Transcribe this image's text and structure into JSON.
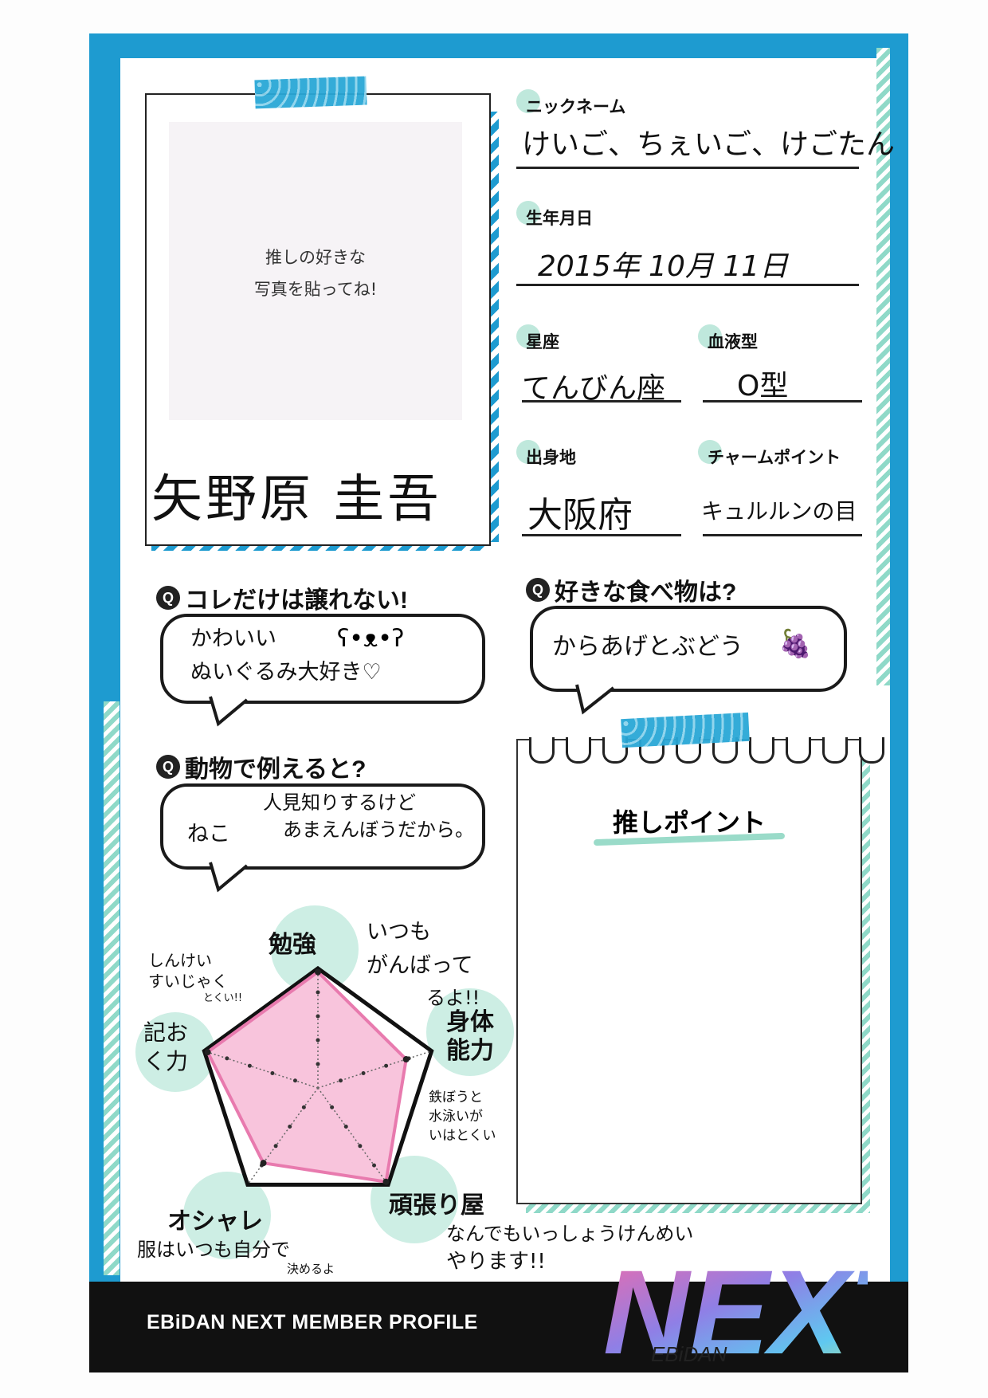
{
  "photo": {
    "hint_line1": "推しの好きな",
    "hint_line2": "写真を貼ってね!",
    "name": "矢野原 圭吾"
  },
  "fields": {
    "nickname": {
      "label": "ニックネーム",
      "value": "けいご、ちぇいご、けごたん"
    },
    "birthday": {
      "label": "生年月日",
      "value": "2015年 10月 11日"
    },
    "zodiac": {
      "label": "星座",
      "value": "てんびん座"
    },
    "blood_type": {
      "label": "血液型",
      "value": "O型"
    },
    "hometown": {
      "label": "出身地",
      "value": "大阪府"
    },
    "charm_point": {
      "label": "チャームポイント",
      "value": "キュルルンの目"
    }
  },
  "questions": {
    "q_mark": "Q",
    "cant_give_up": {
      "title": "コレだけは譲れない!",
      "answer_line1": "かわいい",
      "answer_line2": "ぬいぐるみ大好き♡"
    },
    "animal": {
      "title": "動物で例えると?",
      "answer": "ねこ",
      "reason_line1": "人見知りするけど",
      "reason_line2": "あまえんぼうだから。"
    },
    "favorite_food": {
      "title": "好きな食べ物は?",
      "answer": "からあげとぶどう"
    }
  },
  "memo": {
    "title": "推しポイント"
  },
  "chart_data": {
    "type": "radar",
    "axes": [
      "勉強",
      "身体能力",
      "頑張り屋",
      "オシャレ",
      "記おく力"
    ],
    "values": [
      5,
      4,
      5,
      4,
      5
    ],
    "range": [
      0,
      5
    ],
    "comments": {
      "study": [
        "いつも",
        "がんばって",
        "るよ!!"
      ],
      "physical": [
        "鉄ぼうと",
        "水泳いが",
        "いはとくい"
      ],
      "effort": [
        "なんでもいっしょうけんめい",
        "やります!!"
      ],
      "fashion": [
        "服はいつも自分で",
        "決めるよ"
      ],
      "memory": [
        "しんけい",
        "すいじゃく",
        "とくい!!"
      ]
    }
  },
  "footer": {
    "title": "EBiDAN NEXT MEMBER PROFILE",
    "logo_text": "NEXT",
    "logo_sub": "EBiDAN"
  },
  "colors": {
    "frame": "#1e9bd0",
    "mint": "#8fd9c8",
    "pink": "#f6b5d3",
    "footer": "#111111"
  }
}
